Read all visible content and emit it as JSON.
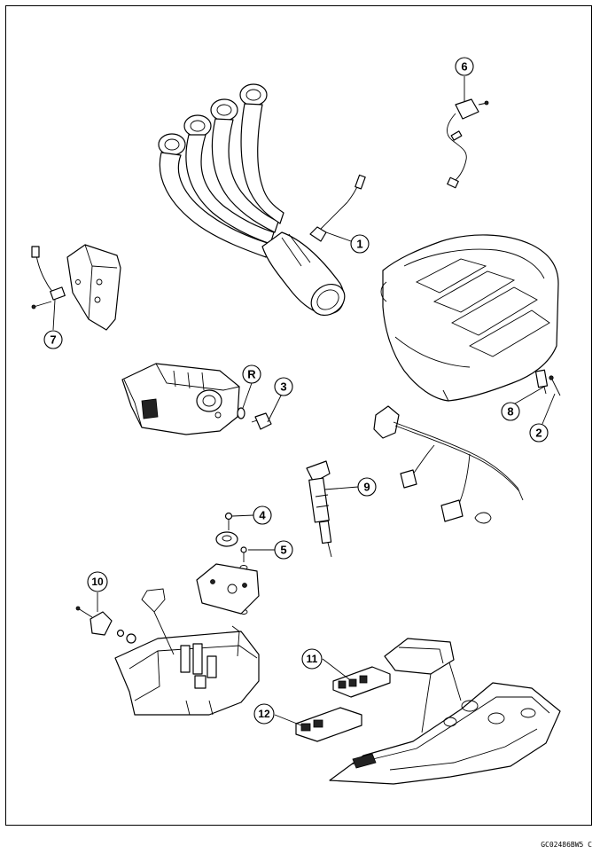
{
  "figure_code": "GC02486BW5 C",
  "callouts": [
    {
      "id": "1",
      "label": "1"
    },
    {
      "id": "2",
      "label": "2"
    },
    {
      "id": "3",
      "label": "3"
    },
    {
      "id": "4",
      "label": "4"
    },
    {
      "id": "5",
      "label": "5"
    },
    {
      "id": "6",
      "label": "6"
    },
    {
      "id": "7",
      "label": "7"
    },
    {
      "id": "8",
      "label": "8"
    },
    {
      "id": "9",
      "label": "9"
    },
    {
      "id": "10",
      "label": "10"
    },
    {
      "id": "11",
      "label": "11"
    },
    {
      "id": "12",
      "label": "12"
    },
    {
      "id": "R",
      "label": "R"
    }
  ]
}
